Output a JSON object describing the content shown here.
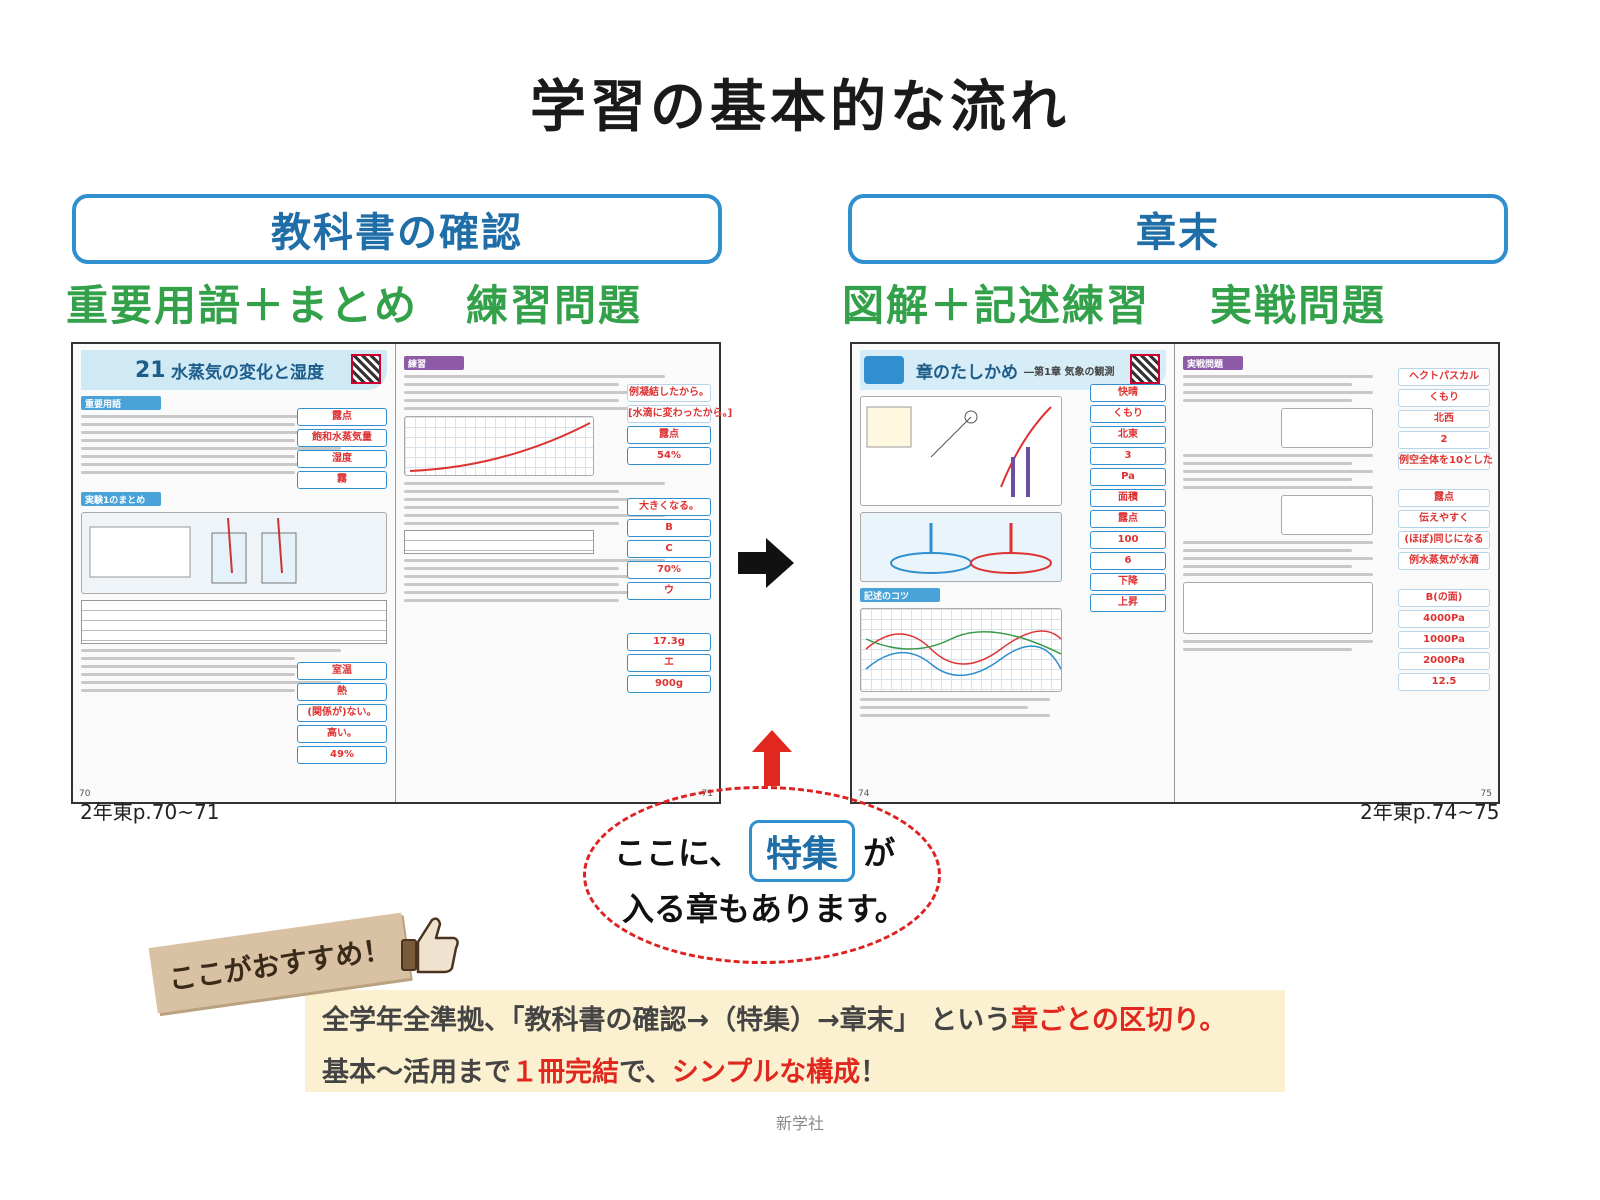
{
  "title": "学習の基本的な流れ",
  "sections": {
    "left": {
      "header": "教科書の確認",
      "label1": "重要用語＋まとめ",
      "label2": "練習問題",
      "caption": "2年東p.70~71",
      "lesson_number": "21",
      "lesson_title": "水蒸気の変化と湿度",
      "section_bars": [
        "重要用語",
        "実験1のまとめ",
        "練習"
      ],
      "answers_left": [
        "露点",
        "飽和水蒸気量",
        "湿度",
        "霧",
        "室温",
        "熱",
        "(関係が)ない。",
        "高い。",
        "49%"
      ],
      "answers_right": [
        "例凝結したから。",
        "[水滴に変わったから。]",
        "露点",
        "54%",
        "大きくなる。",
        "B",
        "C",
        "70%",
        "ウ",
        "17.3g",
        "エ",
        "900g"
      ],
      "page_numbers": [
        "70",
        "71"
      ]
    },
    "right": {
      "header": "章末",
      "label1": "図解＋記述練習",
      "label2": "実戦問題",
      "caption": "2年東p.74~75",
      "page_title": "章のたしかめ",
      "page_subtitle": "―第1章 気象の観測",
      "section_bars": [
        "記述のコツ",
        "実戦問題"
      ],
      "answers_left": [
        "快晴",
        "くもり",
        "北東",
        "3",
        "Pa",
        "面積",
        "露点",
        "100",
        "6",
        "下降",
        "上昇"
      ],
      "answers_right": [
        "ヘクトパスカル",
        "くもり",
        "北西",
        "2",
        "例空全体を10とした",
        "露点",
        "伝えやすく",
        "(ほぼ)同じになる",
        "例水蒸気が水滴",
        "B(の面)",
        "4000Pa",
        "1000Pa",
        "2000Pa",
        "12.5"
      ],
      "page_numbers": [
        "74",
        "75"
      ]
    }
  },
  "bubble": {
    "prefix": "ここに、",
    "keyword": "特集",
    "suffix": "が",
    "line2": "入る章もあります。"
  },
  "recommend": {
    "tag": "ここがおすすめ！",
    "line1_normal": "全学年全準拠、「教科書の確認→（特集）→章末」 という",
    "line1_red": "章ごとの区切り。",
    "line2_normal_a": "基本～活用まで",
    "line2_red_a": "１冊完結",
    "line2_normal_b": "で、",
    "line2_red_b": "シンプルな構成",
    "line2_normal_c": "！"
  },
  "footer": "新学社",
  "colors": {
    "accent_blue": "#2f8fcf",
    "label_green": "#33a04a",
    "emphasis_red": "#e0281f",
    "panel_beige": "#fbf0d0"
  }
}
